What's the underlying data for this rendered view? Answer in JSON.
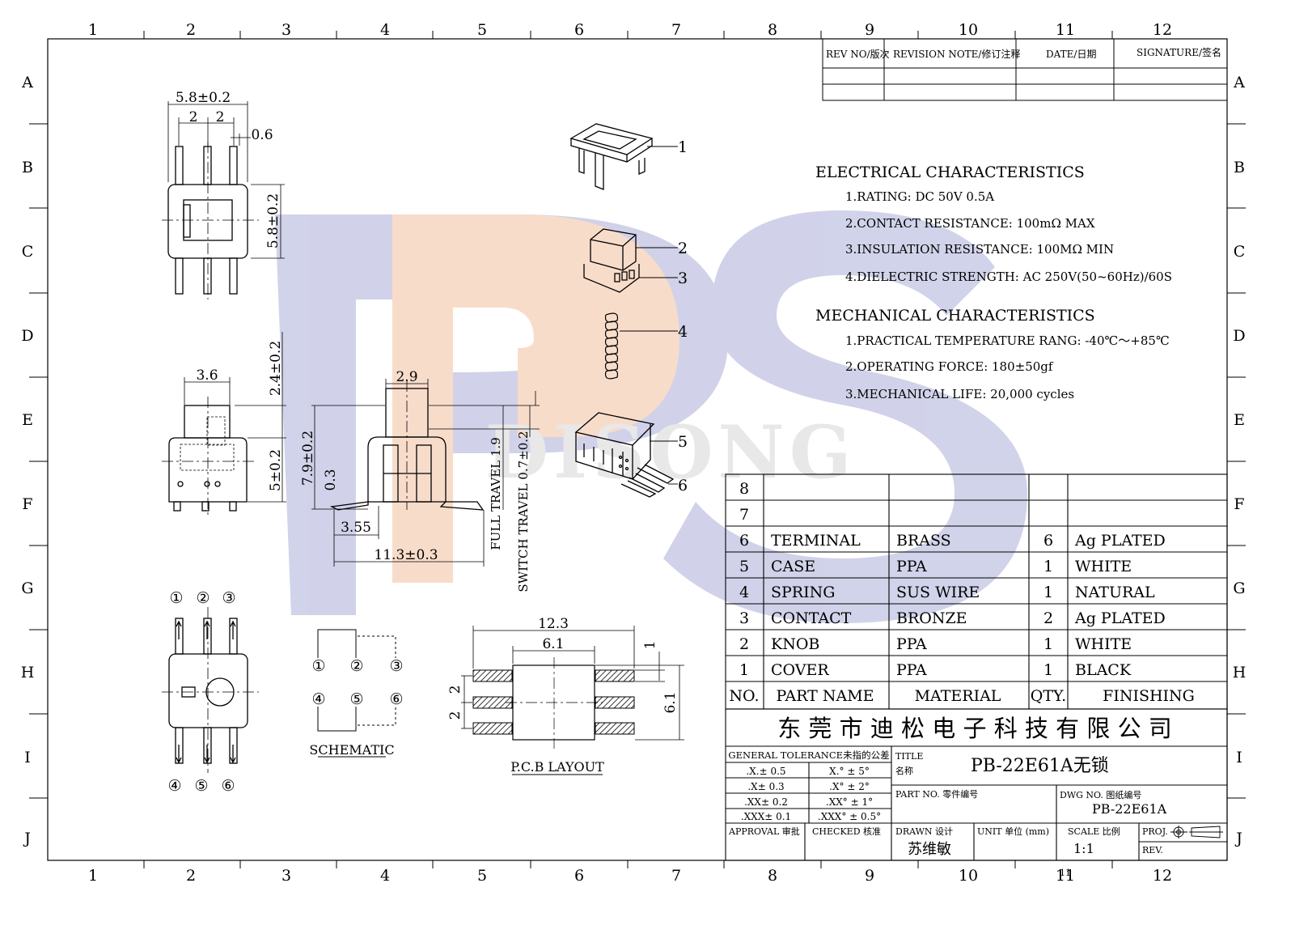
{
  "grid": {
    "columns": [
      "1",
      "2",
      "3",
      "4",
      "5",
      "6",
      "7",
      "8",
      "9",
      "10",
      "11",
      "12"
    ],
    "rows": [
      "A",
      "B",
      "C",
      "D",
      "E",
      "F",
      "G",
      "H",
      "I",
      "J"
    ],
    "bottom_note": "11"
  },
  "colors": {
    "line": "#000000",
    "watermark_blue": "#c9cbe6",
    "watermark_orange": "#f7d7c1"
  },
  "revision_table": {
    "headers": [
      "REV NO/版次",
      "REVISION NOTE/修订注释",
      "DATE/日期",
      "SIGNATURE/签名"
    ]
  },
  "electrical": {
    "heading": "ELECTRICAL CHARACTERISTICS",
    "items": [
      "1.RATING: DC 50V 0.5A",
      "2.CONTACT RESISTANCE: 100mΩ MAX",
      "3.INSULATION RESISTANCE: 100MΩ MIN",
      "4.DIELECTRIC STRENGTH: AC 250V(50~60Hz)/60S"
    ]
  },
  "mechanical": {
    "heading": "MECHANICAL CHARACTERISTICS",
    "items": [
      "1.PRACTICAL TEMPERATURE RANG: -40℃～+85℃",
      "2.OPERATING FORCE: 180±50gf",
      "3.MECHANICAL LIFE: 20,000 cycles"
    ]
  },
  "bom": {
    "header": {
      "no": "NO.",
      "part": "PART NAME",
      "material": "MATERIAL",
      "qty": "QTY.",
      "finishing": "FINISHING"
    },
    "rows": [
      {
        "no": "8",
        "part": "",
        "material": "",
        "qty": "",
        "finishing": ""
      },
      {
        "no": "7",
        "part": "",
        "material": "",
        "qty": "",
        "finishing": ""
      },
      {
        "no": "6",
        "part": "TERMINAL",
        "material": "BRASS",
        "qty": "6",
        "finishing": "Ag PLATED"
      },
      {
        "no": "5",
        "part": "CASE",
        "material": "PPA",
        "qty": "1",
        "finishing": "WHITE"
      },
      {
        "no": "4",
        "part": "SPRING",
        "material": "SUS WIRE",
        "qty": "1",
        "finishing": "NATURAL"
      },
      {
        "no": "3",
        "part": "CONTACT",
        "material": "BRONZE",
        "qty": "2",
        "finishing": "Ag PLATED"
      },
      {
        "no": "2",
        "part": "KNOB",
        "material": "PPA",
        "qty": "1",
        "finishing": "WHITE"
      },
      {
        "no": "1",
        "part": "COVER",
        "material": "PPA",
        "qty": "1",
        "finishing": "BLACK"
      }
    ]
  },
  "title_block": {
    "company": "东 莞 市 迪 松 电 子 科 技 有 限 公 司",
    "tolerance_title": "GENERAL TOLERANCE未指的公差",
    "tolerances": [
      [
        ".X.± 0.5",
        "X.° ± 5°"
      ],
      [
        ".X± 0.3",
        ".X° ± 2°"
      ],
      [
        ".XX± 0.2",
        ".XX° ± 1°"
      ],
      [
        ".XXX± 0.1",
        ".XXX° ± 0.5°"
      ]
    ],
    "title_label": "TITLE",
    "title_label_cn": "名称",
    "title_value": "PB-22E61A无锁",
    "part_no_label": "PART NO. 零件编号",
    "dwg_no_label": "DWG NO. 图纸编号",
    "dwg_no_value": "PB-22E61A",
    "approval_label": "APPROVAL 审批",
    "checked_label": "CHECKED 核准",
    "drawn_label": "DRAWN 设计",
    "drawn_value": "苏维敏",
    "unit_label": "UNIT 单位 (mm)",
    "scale_label": "SCALE 比例",
    "scale_value": "1:1",
    "proj_label": "PROJ.",
    "rev_label": "REV."
  },
  "dimensions": {
    "top_width": "5.8±0.2",
    "pitch_a": "2",
    "pitch_b": "2",
    "pin_width": "0.6",
    "top_height": "5.8±0.2",
    "side_width": "3.6",
    "knob_height": "2.4±0.2",
    "body_height": "5±0.2",
    "total_height": "7.9±0.2",
    "base_offset": "0.3",
    "knob_width": "2.9",
    "lead_offset": "3.55",
    "overall_length": "11.3±0.3",
    "full_travel": "FULL TRAVEL 1.9",
    "switch_travel": "SWITCH TRAVEL 0.7±0.2",
    "pcb_width": "12.3",
    "pcb_inner": "6.1",
    "pcb_pad": "1",
    "pcb_pitch_a": "2",
    "pcb_pitch_b": "2",
    "pcb_height": "6.1"
  },
  "labels": {
    "schematic": "SCHEMATIC",
    "pcb_layout": "P.C.B LAYOUT",
    "pins_top": [
      "①",
      "②",
      "③"
    ],
    "pins_bottom": [
      "④",
      "⑤",
      "⑥"
    ],
    "balloons": [
      "1",
      "2",
      "3",
      "4",
      "5",
      "6"
    ]
  }
}
